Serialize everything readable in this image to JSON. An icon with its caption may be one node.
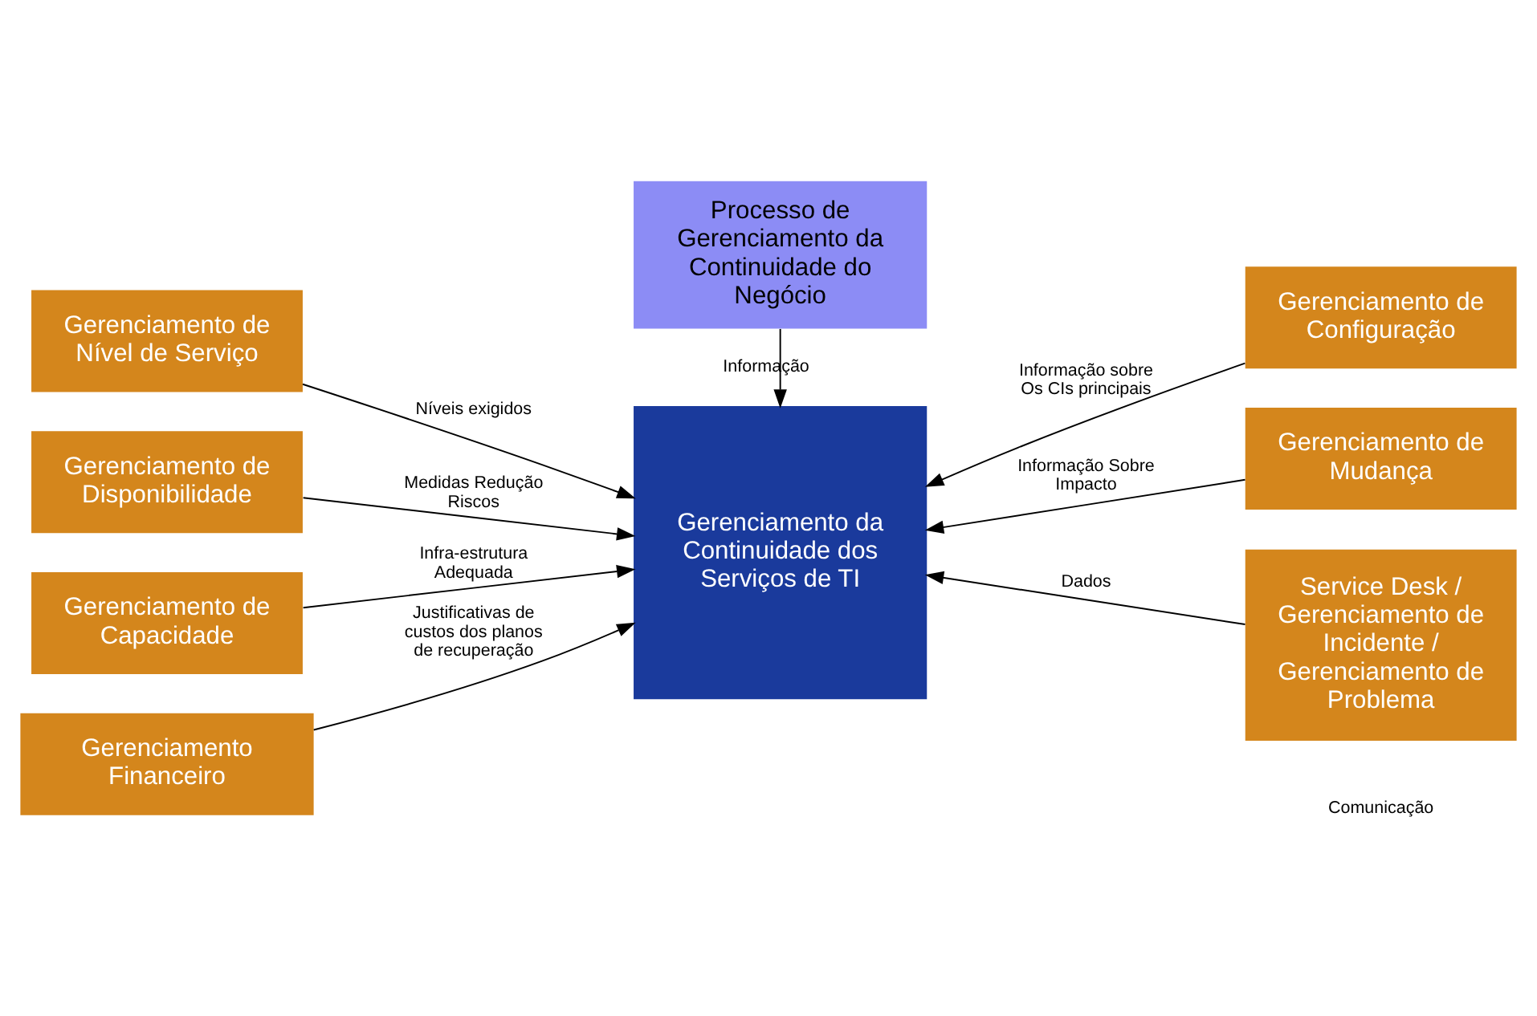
{
  "diagram": {
    "nodes": [
      {
        "text": [
          "Processo de Gerenciamento da Continuidade do Negócio"
        ]
      },
      {
        "text": [
          "Gerenciamento de Nível de Serviço"
        ]
      },
      {
        "text": [
          "Gerenciamento de Configuração"
        ]
      },
      {
        "text": [
          "Gerenciamento da Continuidade dos Serviços de TI"
        ]
      },
      {
        "text": [
          "Gerenciamento de Disponibilidade"
        ]
      },
      {
        "text": [
          "Gerenciamento de Mudança"
        ]
      },
      {
        "text": [
          "Gerenciamento de Capacidade"
        ]
      },
      {
        "text": [
          "Service Desk / Gerenciamento de Incidente / Gerenciamento de Problema"
        ]
      },
      {
        "text": [
          "Gerenciamento Financeiro"
        ]
      }
    ],
    "edges": [
      {
        "from": 0,
        "to": 3,
        "arrow": "to",
        "label": "Informação"
      },
      {
        "from": 1,
        "to": 3,
        "arrow": "to",
        "label": "Níveis exigidos"
      },
      {
        "from": 2,
        "to": 3,
        "arrow": "to",
        "label": "Informação sobre Os CIs principais"
      },
      {
        "from": 4,
        "to": 3,
        "arrow": "to",
        "label": "Medidas Redução Riscos"
      },
      {
        "from": 5,
        "to": 3,
        "arrow": "to",
        "label": "Informação Sobre Impacto"
      },
      {
        "from": 6,
        "to": 3,
        "arrow": "to",
        "label": "Infra-estrutura Adequada"
      },
      {
        "from": 7,
        "to": 3,
        "arrow": "to",
        "label": "Dados"
      },
      {
        "from": 8,
        "to": 3,
        "arrow": "to",
        "label": "Justificativas de custos dos planos de recuperação"
      }
    ],
    "labels": [
      "Comunicação"
    ]
  }
}
